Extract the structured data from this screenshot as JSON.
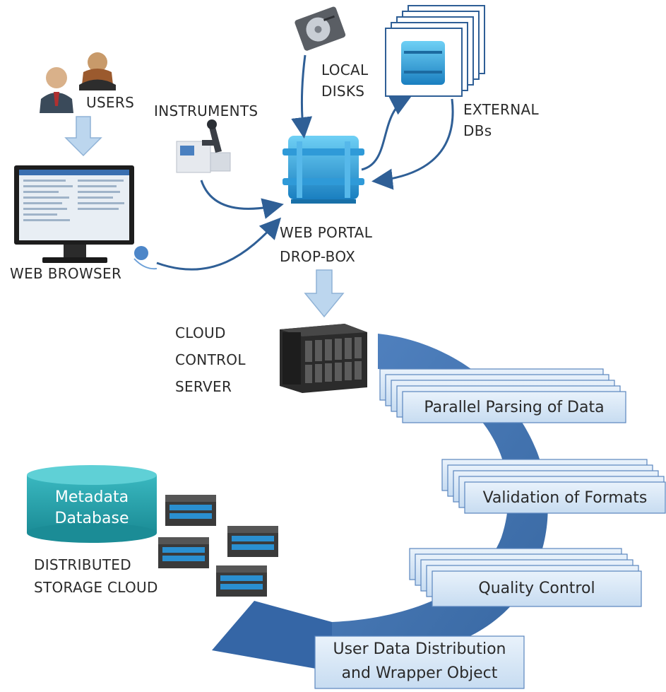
{
  "labels": {
    "users": "USERS",
    "instruments": "INSTRUMENTS",
    "local_disks_1": "LOCAL",
    "local_disks_2": "DISKS",
    "external_dbs_1": "EXTERNAL",
    "external_dbs_2": "DBs",
    "web_browser": "WEB BROWSER",
    "web_portal_1": "WEB PORTAL",
    "web_portal_2": "DROP-BOX",
    "cloud_1": "CLOUD",
    "cloud_2": "CONTROL",
    "cloud_3": "SERVER",
    "metadata_1": "Metadata",
    "metadata_2": "Database",
    "storage_1": "DISTRIBUTED",
    "storage_2": "STORAGE CLOUD"
  },
  "pipeline": {
    "step1": "Parallel Parsing of Data",
    "step2": "Validation of Formats",
    "step3": "Quality Control",
    "step4_1": "User Data Distribution",
    "step4_2": "and Wrapper Object"
  },
  "colors": {
    "arrow_blue": "#2f5f96",
    "light_arrow": "#bcd6ee",
    "box_fill": "#dbe9f7",
    "box_border": "#5a86bf",
    "db_teal": "#1f9fa8",
    "server_blue": "#2a8fd0"
  }
}
